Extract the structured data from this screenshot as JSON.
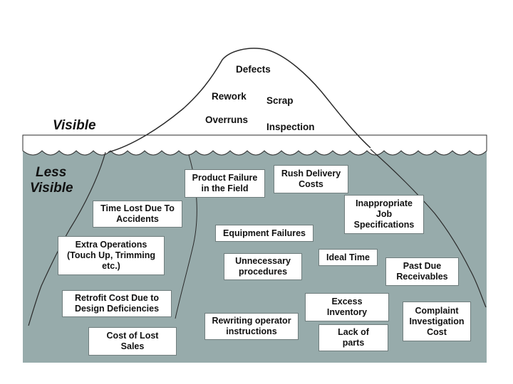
{
  "colors": {
    "water": "#97abab",
    "outline": "#2b2b2b",
    "box_border": "#6f7d7d"
  },
  "zones": {
    "visible": "Visible",
    "less_visible_line1": "Less",
    "less_visible_line2": "Visible"
  },
  "tip_items": [
    {
      "id": "defects",
      "label": "Defects"
    },
    {
      "id": "rework",
      "label": "Rework"
    },
    {
      "id": "scrap",
      "label": "Scrap"
    },
    {
      "id": "overruns",
      "label": "Overruns"
    },
    {
      "id": "inspection",
      "label": "Inspection"
    }
  ],
  "hidden_items": [
    {
      "id": "product-failure",
      "label": "Product Failure\nin the Field"
    },
    {
      "id": "rush-delivery",
      "label": "Rush Delivery\nCosts"
    },
    {
      "id": "time-lost",
      "label": "Time Lost Due To\nAccidents"
    },
    {
      "id": "inappropriate-job",
      "label": "Inappropriate\nJob\nSpecifications"
    },
    {
      "id": "equipment-failures",
      "label": "Equipment Failures"
    },
    {
      "id": "extra-operations",
      "label": "Extra Operations\n(Touch Up, Trimming\netc.)"
    },
    {
      "id": "unnecessary-procedures",
      "label": "Unnecessary\nprocedures"
    },
    {
      "id": "ideal-time",
      "label": "Ideal Time"
    },
    {
      "id": "past-due",
      "label": "Past Due\nReceivables"
    },
    {
      "id": "retrofit-cost",
      "label": "Retrofit Cost Due to\nDesign Deficiencies"
    },
    {
      "id": "rewriting-instructions",
      "label": "Rewriting operator\ninstructions"
    },
    {
      "id": "excess-inventory",
      "label": "Excess\nInventory"
    },
    {
      "id": "complaint-investigation",
      "label": "Complaint\nInvestigation\nCost"
    },
    {
      "id": "cost-lost-sales",
      "label": "Cost of Lost\nSales"
    },
    {
      "id": "lack-of-parts",
      "label": "Lack of\nparts"
    }
  ]
}
